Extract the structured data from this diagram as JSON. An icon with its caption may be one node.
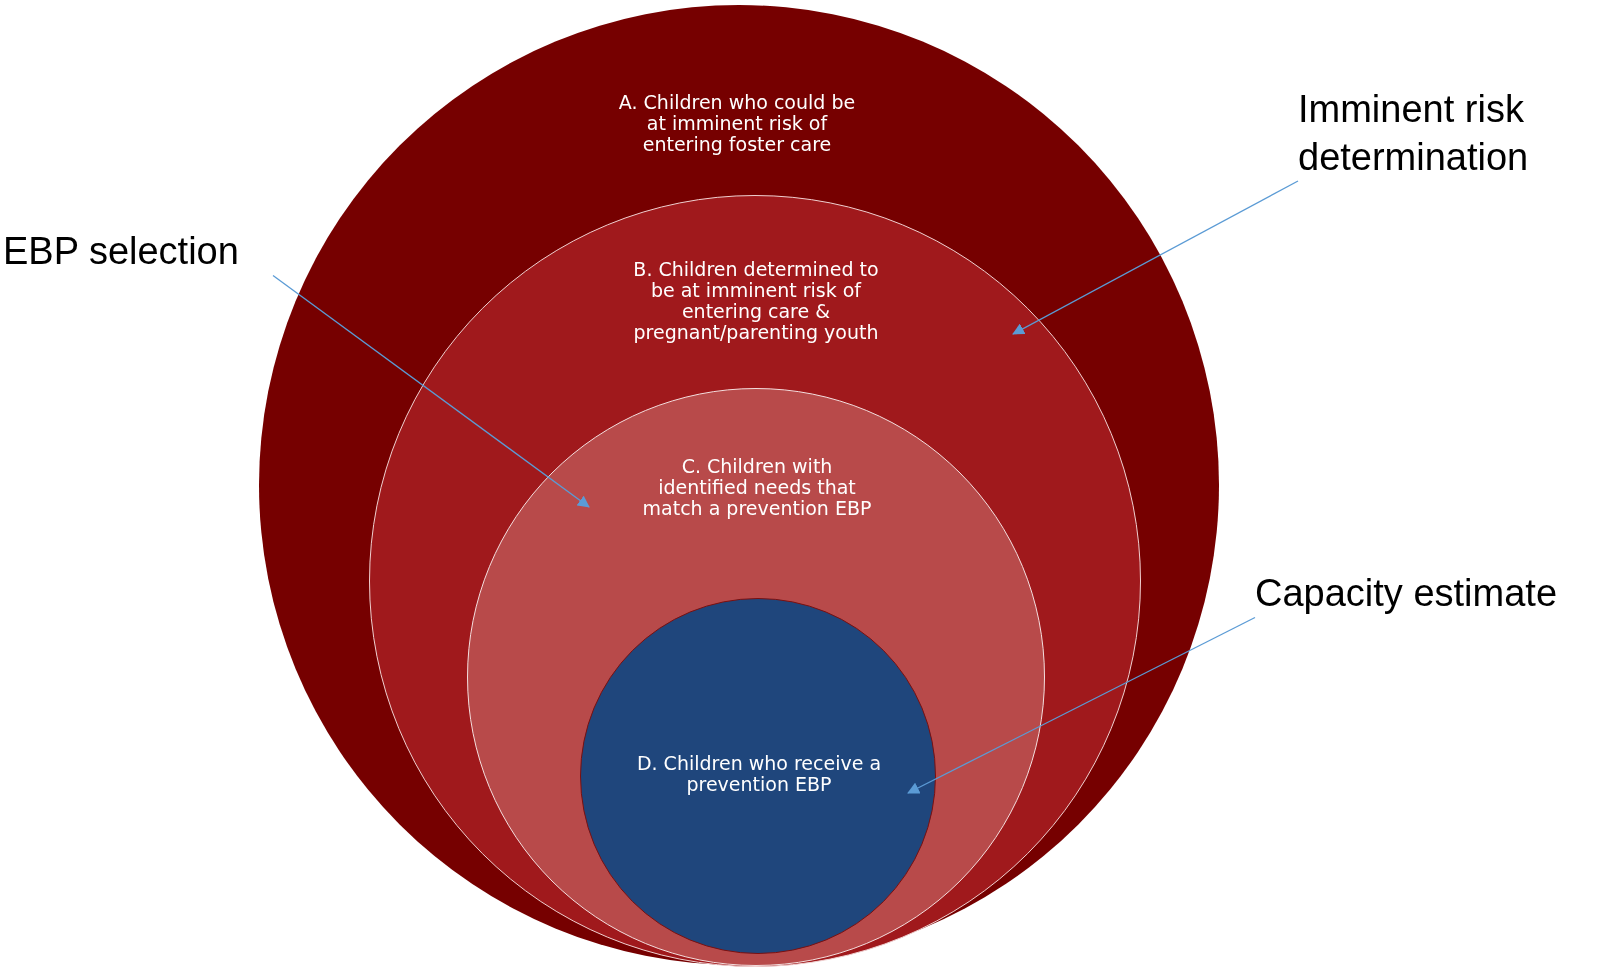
{
  "diagram": {
    "nodes": [
      {
        "text": [
          "A. Children who could be at imminent risk of entering foster care"
        ]
      },
      {
        "text": [
          "B. Children determined to be at imminent risk of entering care & pregnant/parenting youth"
        ],
        "in": 0
      },
      {
        "text": [
          "C. Children with identified needs that match a prevention EBP"
        ],
        "in": 1
      },
      {
        "text": [
          "D. Children who receive a prevention EBP"
        ],
        "in": 2
      },
      {
        "text": [
          "Imminent risk determination"
        ]
      },
      {
        "text": [
          "EBP selection"
        ]
      },
      {
        "text": [
          "Capacity estimate"
        ]
      }
    ],
    "edges": [
      {
        "from": 4,
        "to": 1,
        "arrow": "to"
      },
      {
        "from": 5,
        "to": 2,
        "arrow": "to"
      },
      {
        "from": 6,
        "to": 3,
        "arrow": "to"
      }
    ]
  }
}
